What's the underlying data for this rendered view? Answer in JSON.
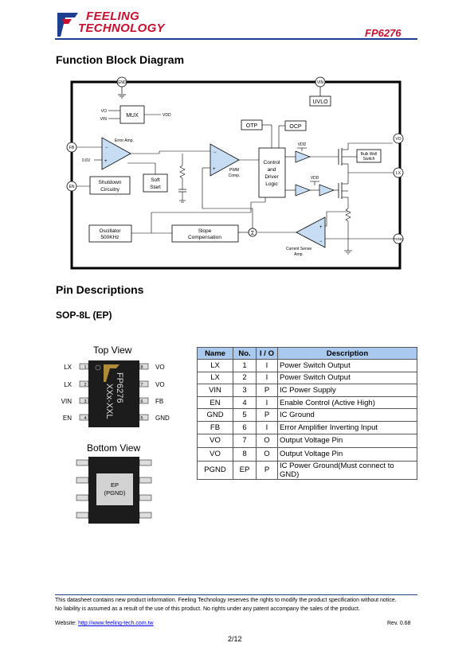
{
  "header": {
    "company_line1": "FEELING",
    "company_line2": "TECHNOLOGY",
    "part_number": "FP6276",
    "logo_icon": "ft-logo-icon"
  },
  "block_diagram": {
    "title": "Function Block Diagram",
    "pins": {
      "gnd": "GND",
      "vin": "VIN",
      "fb": "FB",
      "en": "EN",
      "vo": "VO",
      "lx": "LX",
      "pgnd": "PGND"
    },
    "blocks": {
      "mux": "MUX",
      "uvlo": "UVLO",
      "otp": "OTP",
      "ocp": "OCP",
      "shutdown_l1": "Shutdown",
      "shutdown_l2": "Circuitry",
      "soft_l1": "Soft",
      "soft_l2": "Start",
      "control_l1": "Control",
      "control_l2": "and",
      "control_l3": "Driver",
      "control_l4": "Logic",
      "bulk_l1": "Bulk Well",
      "bulk_l2": "Switch",
      "osc_l1": "Oscillator",
      "osc_l2": "500KHz",
      "slope_l1": "Slope",
      "slope_l2": "Compensation"
    },
    "labels": {
      "mux_vo": "VO",
      "mux_vin": "VIN",
      "mux_vdd": "VDD",
      "error_amp": "Error Amp.",
      "ref": "0.6V",
      "pwm_l1": "PWM",
      "pwm_l2": "Comp.",
      "vdd_top": "VDD",
      "vdd_bottom": "VDD",
      "cs_l1": "Current Sense",
      "cs_l2": "Amp.",
      "sum": "Σ"
    }
  },
  "pin_descriptions": {
    "title": "Pin Descriptions",
    "package": "SOP-8L (EP)",
    "top_view": {
      "title": "Top View",
      "marking_l1": "FP6276",
      "marking_l2": "XXx-XXL",
      "left_pins": [
        {
          "name": "LX",
          "num": "1"
        },
        {
          "name": "LX",
          "num": "2"
        },
        {
          "name": "VIN",
          "num": "3"
        },
        {
          "name": "EN",
          "num": "4"
        }
      ],
      "right_pins": [
        {
          "name": "VO",
          "num": "8"
        },
        {
          "name": "VO",
          "num": "7"
        },
        {
          "name": "FB",
          "num": "6"
        },
        {
          "name": "GND",
          "num": "5"
        }
      ]
    },
    "bottom_view": {
      "title": "Bottom View",
      "ep_l1": "EP",
      "ep_l2": "(PGND)"
    },
    "table": {
      "headers": [
        "Name",
        "No.",
        "I / O",
        "Description"
      ],
      "rows": [
        [
          "LX",
          "1",
          "I",
          "Power Switch Output"
        ],
        [
          "LX",
          "2",
          "I",
          "Power Switch Output"
        ],
        [
          "VIN",
          "3",
          "P",
          "IC Power Supply"
        ],
        [
          "EN",
          "4",
          "I",
          "Enable Control (Active High)"
        ],
        [
          "GND",
          "5",
          "P",
          "IC Ground"
        ],
        [
          "FB",
          "6",
          "I",
          "Error Amplifier Inverting Input"
        ],
        [
          "VO",
          "7",
          "O",
          "Output Voltage Pin"
        ],
        [
          "VO",
          "8",
          "O",
          "Output Voltage Pin"
        ],
        [
          "PGND",
          "EP",
          "P",
          "IC Power Ground(Must connect to GND)"
        ]
      ]
    }
  },
  "footer": {
    "notice1": "This datasheet contains new product information.   Feeling Technology reserves the rights to modify the product specification without notice.",
    "notice2": "No liability is assumed as a result of the use of this product. No rights under any patent accompany the sales of the product.",
    "website_label": "Website: ",
    "website_url": "http://www.feeling-tech.com.tw",
    "revision": "Rev. 0.68",
    "page": "2/12"
  },
  "colors": {
    "brand_red": "#c8102e",
    "brand_blue": "#1d3f8f",
    "table_header": "#a9c9ee"
  }
}
